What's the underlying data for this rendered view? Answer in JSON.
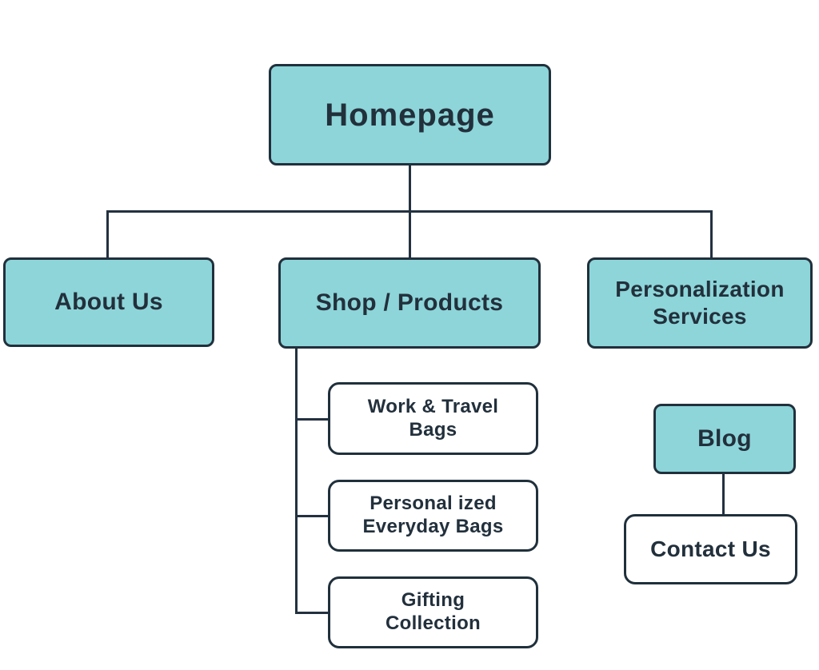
{
  "diagram": {
    "type": "sitemap-flowchart",
    "nodes": {
      "homepage": {
        "lines": [
          "Homepage"
        ],
        "style": "teal"
      },
      "about": {
        "lines": [
          "About Us"
        ],
        "style": "teal"
      },
      "shop": {
        "lines": [
          "Shop / Products"
        ],
        "style": "teal"
      },
      "personalization": {
        "lines": [
          "Personalization",
          "Services"
        ],
        "style": "teal"
      },
      "work_travel": {
        "lines": [
          "Work & Travel",
          "Bags"
        ],
        "style": "white"
      },
      "personalized": {
        "lines": [
          "Personal ized",
          "Everyday Bags"
        ],
        "style": "white"
      },
      "gifting": {
        "lines": [
          "Gifting",
          "Collection"
        ],
        "style": "white"
      },
      "blog": {
        "lines": [
          "Blog"
        ],
        "style": "teal"
      },
      "contact": {
        "lines": [
          "Contact Us"
        ],
        "style": "white"
      }
    },
    "edges": [
      {
        "from": "homepage",
        "to": "about"
      },
      {
        "from": "homepage",
        "to": "shop"
      },
      {
        "from": "homepage",
        "to": "personalization"
      },
      {
        "from": "shop",
        "to": "work_travel"
      },
      {
        "from": "shop",
        "to": "personalized"
      },
      {
        "from": "shop",
        "to": "gifting"
      },
      {
        "from": "blog",
        "to": "contact"
      }
    ],
    "colors": {
      "node_fill_teal": "#8dd5d9",
      "node_fill_white": "#ffffff",
      "node_border": "#20303c",
      "connector": "#233140",
      "text": "#22303c",
      "background": "#ffffff"
    }
  }
}
